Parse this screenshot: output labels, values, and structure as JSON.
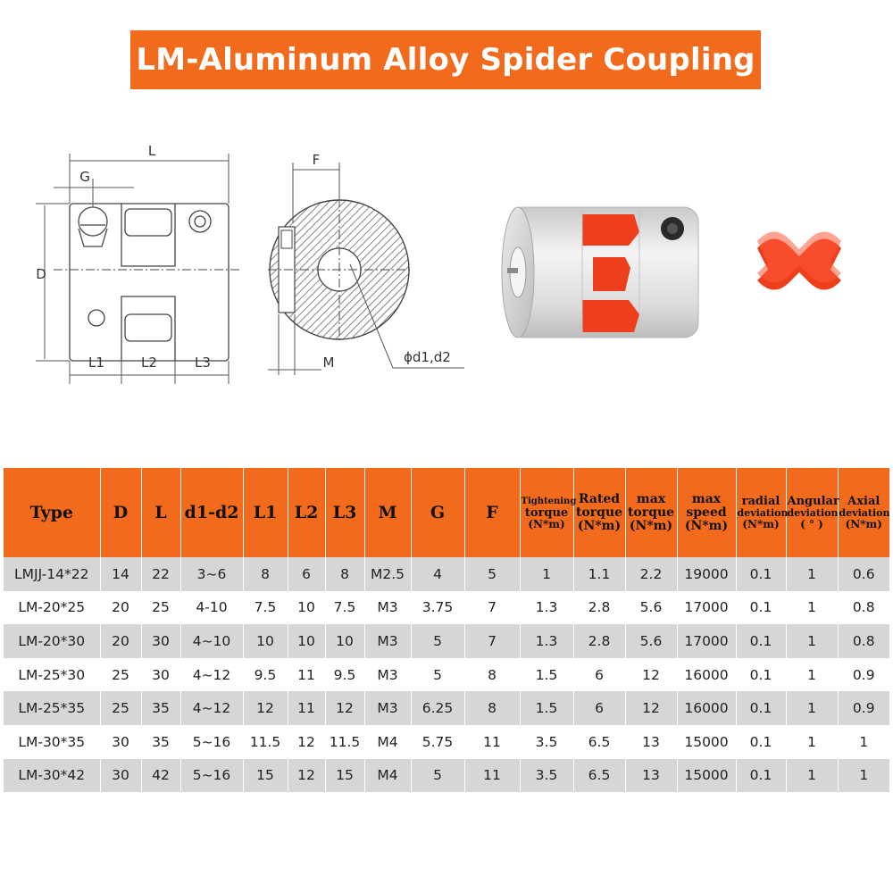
{
  "title": "LM-Aluminum Alloy Spider Coupling",
  "diagram": {
    "labels": {
      "L": "L",
      "G": "G",
      "D": "D",
      "L1": "L1",
      "L2": "L2",
      "L3": "L3",
      "F": "F",
      "M": "M",
      "bore": "ϕd1,d2"
    },
    "colors": {
      "coupling_body": "#d9d9d9",
      "spider_insert": "#ee3e1c",
      "header_bg": "#f26a1b"
    }
  },
  "table": {
    "headers": [
      {
        "text": "Type"
      },
      {
        "text": "D"
      },
      {
        "text": "L"
      },
      {
        "text": "d1-d2"
      },
      {
        "text": "L1"
      },
      {
        "text": "L2"
      },
      {
        "text": "L3"
      },
      {
        "text": "M"
      },
      {
        "text": "G"
      },
      {
        "text": "F"
      },
      {
        "line1": "Tightening",
        "line2": "torque",
        "line3": "(N*m)"
      },
      {
        "line1": "Rated",
        "line2": "torque",
        "line3": "(N*m)"
      },
      {
        "line1": "max",
        "line2": "torque",
        "line3": "(N*m)"
      },
      {
        "line1": "max",
        "line2": "speed",
        "line3": "(N*m)"
      },
      {
        "line1": "radial",
        "line2": "deviation",
        "line3": "(N*m)"
      },
      {
        "line1": "Angular",
        "line2": "deviation",
        "line3": "( ° )"
      },
      {
        "line1": "Axial",
        "line2": "deviation",
        "line3": "(N*m)"
      }
    ],
    "rows": [
      [
        "LMJJ-14*22",
        "14",
        "22",
        "3~6",
        "8",
        "6",
        "8",
        "M2.5",
        "4",
        "5",
        "1",
        "1.1",
        "2.2",
        "19000",
        "0.1",
        "1",
        "0.6"
      ],
      [
        "LM-20*25",
        "20",
        "25",
        "4-10",
        "7.5",
        "10",
        "7.5",
        "M3",
        "3.75",
        "7",
        "1.3",
        "2.8",
        "5.6",
        "17000",
        "0.1",
        "1",
        "0.8"
      ],
      [
        "LM-20*30",
        "20",
        "30",
        "4~10",
        "10",
        "10",
        "10",
        "M3",
        "5",
        "7",
        "1.3",
        "2.8",
        "5.6",
        "17000",
        "0.1",
        "1",
        "0.8"
      ],
      [
        "LM-25*30",
        "25",
        "30",
        "4~12",
        "9.5",
        "11",
        "9.5",
        "M3",
        "5",
        "8",
        "1.5",
        "6",
        "12",
        "16000",
        "0.1",
        "1",
        "0.9"
      ],
      [
        "LM-25*35",
        "25",
        "35",
        "4~12",
        "12",
        "11",
        "12",
        "M3",
        "6.25",
        "8",
        "1.5",
        "6",
        "12",
        "16000",
        "0.1",
        "1",
        "0.9"
      ],
      [
        "LM-30*35",
        "30",
        "35",
        "5~16",
        "11.5",
        "12",
        "11.5",
        "M4",
        "5.75",
        "11",
        "3.5",
        "6.5",
        "13",
        "15000",
        "0.1",
        "1",
        "1"
      ],
      [
        "LM-30*42",
        "30",
        "42",
        "5~16",
        "15",
        "12",
        "15",
        "M4",
        "5",
        "11",
        "3.5",
        "6.5",
        "13",
        "15000",
        "0.1",
        "1",
        "1"
      ]
    ]
  }
}
